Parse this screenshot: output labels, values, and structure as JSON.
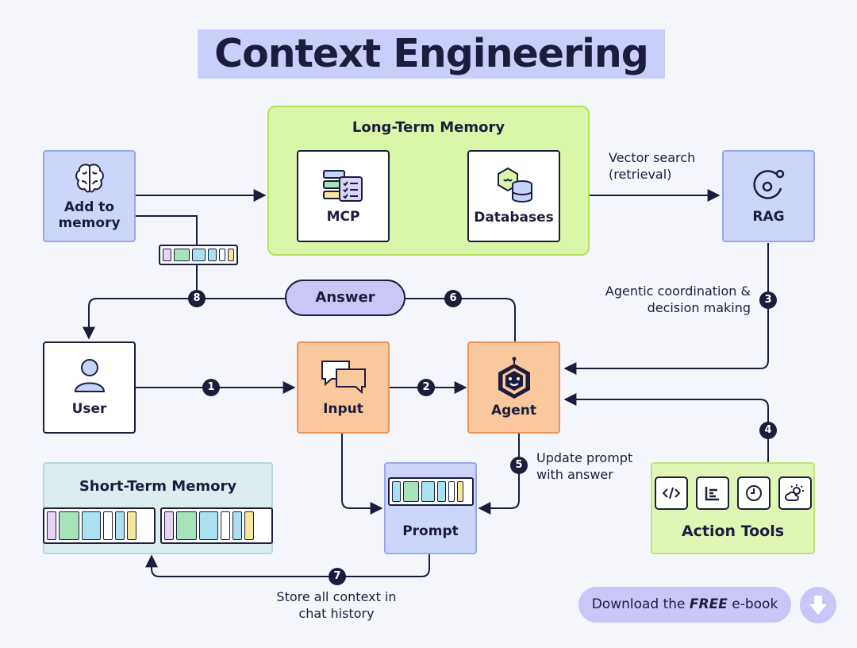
{
  "title": "Context Engineering",
  "long_term_memory": {
    "title": "Long-Term Memory",
    "mcp": "MCP",
    "databases": "Databases"
  },
  "nodes": {
    "add_to_memory": "Add to memory",
    "rag": "RAG",
    "user": "User",
    "input": "Input",
    "agent": "Agent",
    "prompt": "Prompt"
  },
  "short_term_memory": {
    "title": "Short-Term Memory"
  },
  "action_tools": {
    "title": "Action Tools",
    "icons": [
      "code-icon",
      "layout-icon",
      "clock-icon",
      "weather-icon"
    ]
  },
  "answer_pill": "Answer",
  "edge_labels": {
    "vector_search": "Vector search (retrieval)",
    "agentic": "Agentic coordination & decision making",
    "update_prompt": "Update prompt with answer",
    "store_context": "Store all context in chat history"
  },
  "steps": [
    "1",
    "2",
    "3",
    "4",
    "5",
    "6",
    "7",
    "8"
  ],
  "cta": {
    "prefix": "Download the ",
    "emphasis": "FREE",
    "suffix": " e-book"
  },
  "colors": {
    "ink": "#1c1d3d",
    "lavender": "#ccd6fb",
    "orange": "#fac89c",
    "green": "#d9f6a9",
    "pill": "#c9c6f8",
    "segments": [
      "#e7d3f7",
      "#a6e3b8",
      "#a9e1f0",
      "#ffffff",
      "#ffffff",
      "#c4d4fb",
      "#f6e89a"
    ]
  }
}
